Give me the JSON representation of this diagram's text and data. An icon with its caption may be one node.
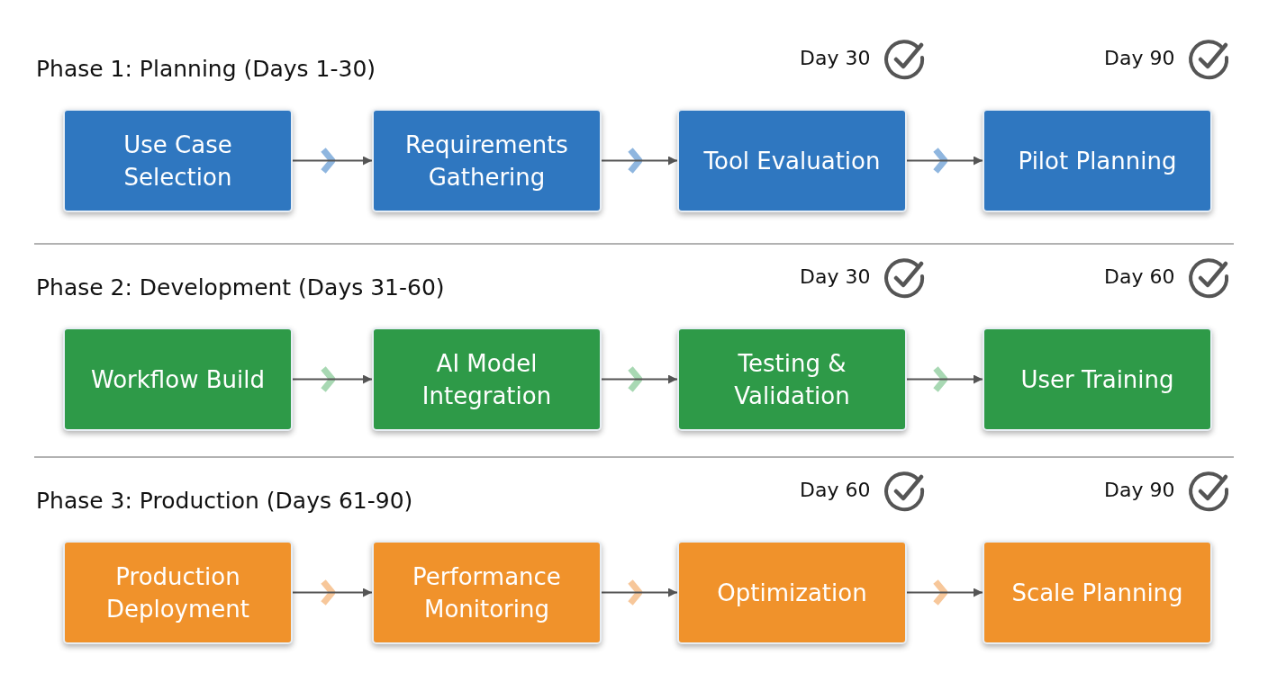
{
  "diagram": {
    "nodes": [
      {
        "text": [
          "Use Case Selection"
        ]
      },
      {
        "text": [
          "Requirements Gathering"
        ]
      },
      {
        "text": [
          "Tool Evaluation"
        ]
      },
      {
        "text": [
          "Pilot Planning"
        ]
      },
      {
        "text": [
          "Workflow Build"
        ]
      },
      {
        "text": [
          "AI Model Integration"
        ]
      },
      {
        "text": [
          "Testing & Validation"
        ]
      },
      {
        "text": [
          "User Training"
        ]
      },
      {
        "text": [
          "Production Deployment"
        ]
      },
      {
        "text": [
          "Performance Monitoring"
        ]
      },
      {
        "text": [
          "Optimization"
        ]
      },
      {
        "text": [
          "Scale Planning"
        ]
      }
    ],
    "edges": [
      {
        "from": 0,
        "to": 1,
        "arrow": "to"
      },
      {
        "from": 1,
        "to": 2,
        "arrow": "to"
      },
      {
        "from": 2,
        "to": 3,
        "arrow": "to"
      },
      {
        "from": 4,
        "to": 5,
        "arrow": "to"
      },
      {
        "from": 5,
        "to": 6,
        "arrow": "to"
      },
      {
        "from": 6,
        "to": 7,
        "arrow": "to"
      },
      {
        "from": 8,
        "to": 9,
        "arrow": "to"
      },
      {
        "from": 9,
        "to": 10,
        "arrow": "to"
      },
      {
        "from": 10,
        "to": 11,
        "arrow": "to"
      }
    ],
    "labels": [
      "Phase 1: Planning (Days 1-30)",
      "Day 30",
      "Day 90",
      "Phase 2: Development (Days 31-60)",
      "Day 30",
      "Day 60",
      "Phase 3: Production (Days 61-90)",
      "Day 60",
      "Day 90"
    ]
  }
}
